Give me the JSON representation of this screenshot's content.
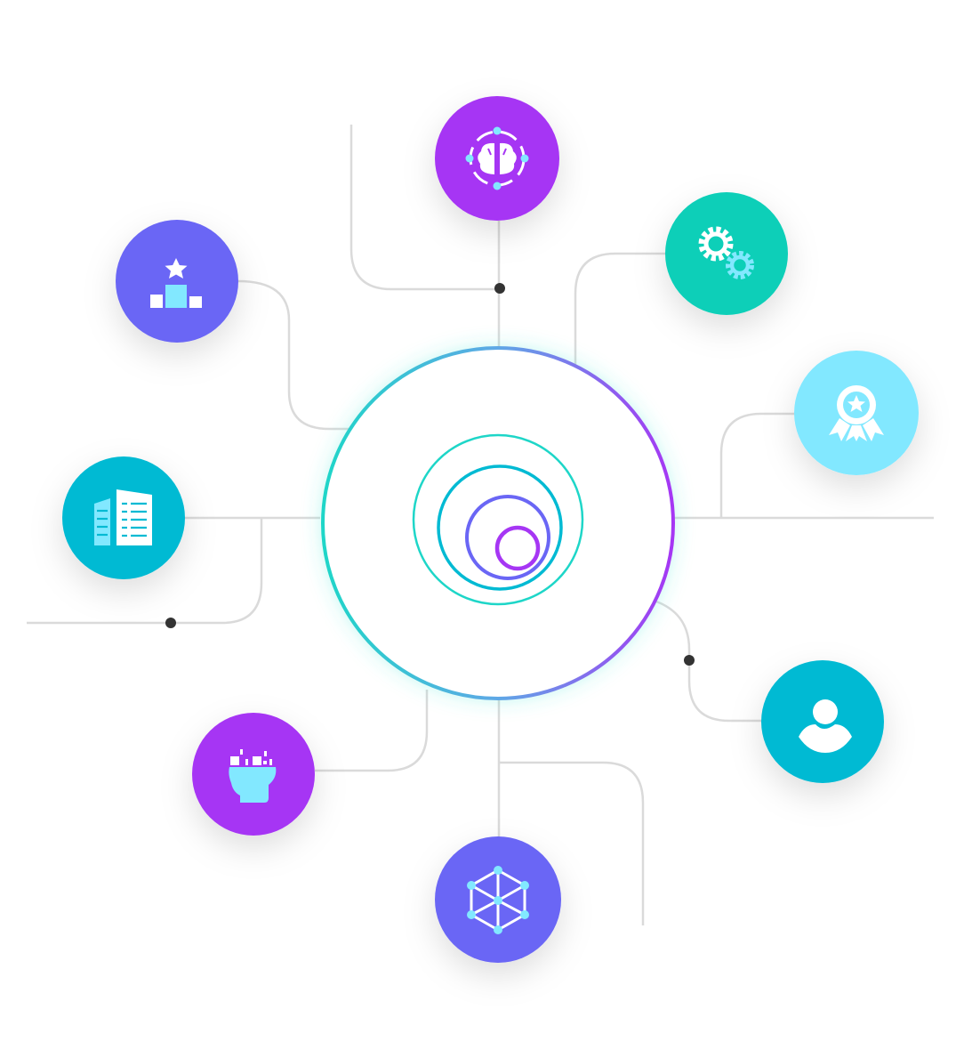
{
  "colors": {
    "purple": "#A636F4",
    "indigo": "#6A66F5",
    "teal": "#0ACFB8",
    "cyan": "#00BAD3",
    "light_cyan": "#82E8FF",
    "icon_fill": "#82E8FF",
    "line": "#DADADA",
    "dot": "#333333",
    "ring_gradient_start": "#1ED6C8",
    "ring_gradient_end": "#A636F4"
  },
  "nodes": [
    {
      "name": "node-brain",
      "icon": "brain-icon",
      "color": "purple"
    },
    {
      "name": "node-gears",
      "icon": "gears-icon",
      "color": "teal"
    },
    {
      "name": "node-award",
      "icon": "award-ribbon-icon",
      "color": "light_cyan"
    },
    {
      "name": "node-user",
      "icon": "user-icon",
      "color": "cyan"
    },
    {
      "name": "node-network-cube",
      "icon": "network-cube-icon",
      "color": "indigo"
    },
    {
      "name": "node-head-ideas",
      "icon": "head-ideas-icon",
      "color": "purple"
    },
    {
      "name": "node-buildings",
      "icon": "buildings-icon",
      "color": "cyan"
    },
    {
      "name": "node-podium",
      "icon": "podium-star-icon",
      "color": "indigo"
    }
  ],
  "center": {
    "icon": "concentric-circles-icon"
  }
}
